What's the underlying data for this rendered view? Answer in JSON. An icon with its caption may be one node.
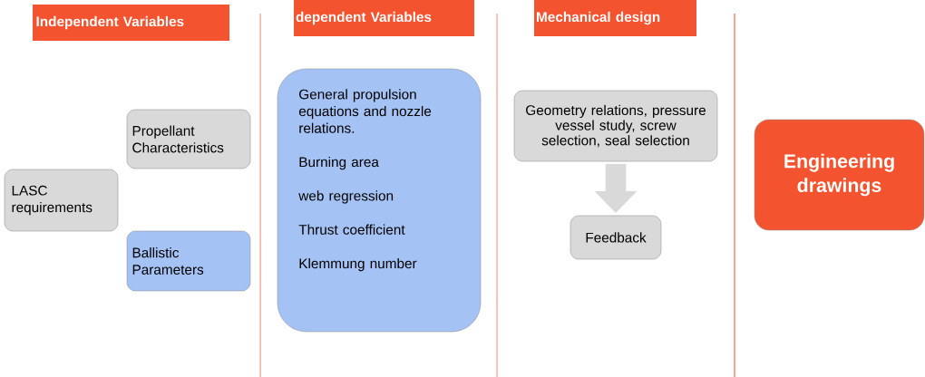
{
  "diagram": {
    "nodes": [
      {
        "text": [
          "Independent Variables"
        ]
      },
      {
        "text": [
          "dependent Variables"
        ]
      },
      {
        "text": [
          "Mechanical design"
        ]
      },
      {
        "text": [
          "LASC requirements"
        ]
      },
      {
        "text": [
          "Propellant Characteristics"
        ]
      },
      {
        "text": [
          "Ballistic Parameters"
        ]
      },
      {
        "text": [
          "General propulsion equations and nozzle relations.",
          "Burning area",
          "web regression",
          "Thrust coefficient",
          "Klemmung number"
        ]
      },
      {
        "text": [
          "Geometry relations, pressure vessel study, screw selection, seal selection"
        ]
      },
      {
        "text": [
          "Feedback"
        ]
      },
      {
        "text": [
          "Engineering drawings"
        ]
      }
    ],
    "edges": [
      {
        "from": 7,
        "to": 8,
        "arrow": "to"
      }
    ]
  }
}
